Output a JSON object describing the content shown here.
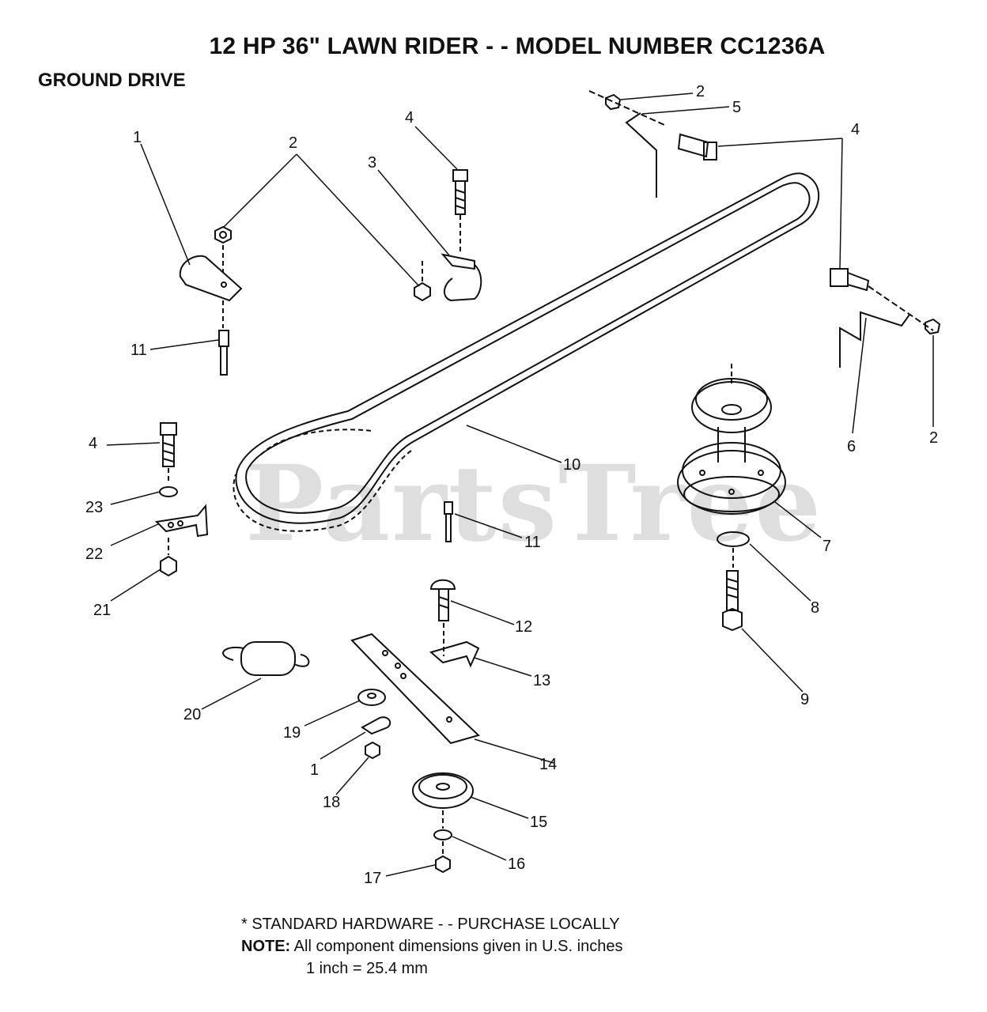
{
  "header": {
    "title": "12 HP 36\" LAWN RIDER - - MODEL NUMBER CC1236A",
    "subtitle": "GROUND DRIVE"
  },
  "watermark": "PartsTree",
  "callouts": [
    "1",
    "2",
    "4",
    "3",
    "2",
    "5",
    "4",
    "11",
    "4",
    "10",
    "6",
    "2",
    "23",
    "22",
    "11",
    "7",
    "21",
    "12",
    "8",
    "13",
    "9",
    "20",
    "19",
    "14",
    "1",
    "18",
    "15",
    "16",
    "17"
  ],
  "footer": {
    "hardware_note": "* STANDARD HARDWARE - - PURCHASE LOCALLY",
    "note_label": "NOTE:",
    "note_text": "All component dimensions given in U.S. inches",
    "conversion": "1 inch = 25.4 mm"
  }
}
